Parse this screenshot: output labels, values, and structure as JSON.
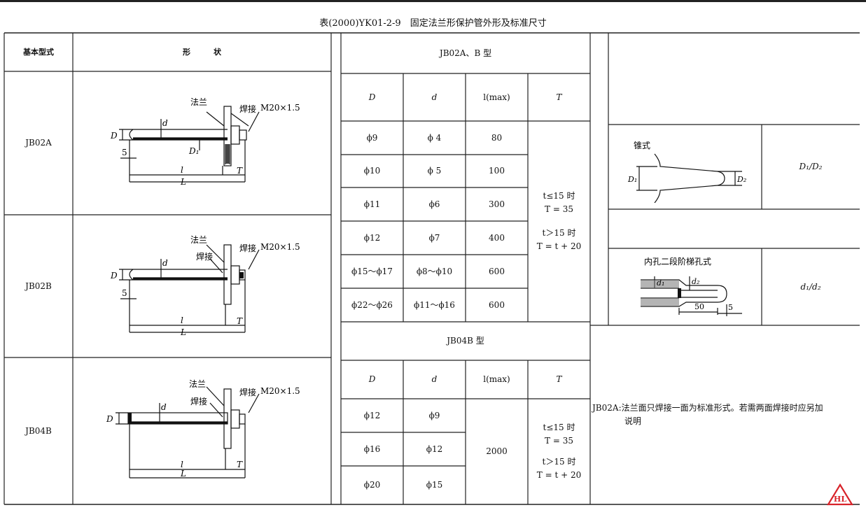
{
  "title": "表(2000)YK01-2-9　固定法兰形保护管外形及标准尺寸",
  "left": {
    "col_type": "基本型式",
    "col_shape": "形　　　状",
    "rows": [
      {
        "type": "JB02A",
        "labels": {
          "flange": "法兰",
          "weld": "焊接",
          "thread": "M20×1.5",
          "D": "D",
          "d": "d",
          "D1": "D₁",
          "five": "5",
          "l": "l",
          "L": "L",
          "T": "T"
        }
      },
      {
        "type": "JB02B",
        "labels": {
          "flange": "法兰",
          "weld": "焊接",
          "weld2": "焊接",
          "thread": "M20×1.5",
          "D": "D",
          "d": "d",
          "five": "5",
          "l": "l",
          "L": "L",
          "T": "T"
        }
      },
      {
        "type": "JB04B",
        "labels": {
          "flange": "法兰",
          "weld": "焊接",
          "weld2": "焊接",
          "thread": "M20×1.5",
          "D": "D",
          "d": "d",
          "l": "l",
          "L": "L",
          "T": "T"
        }
      }
    ]
  },
  "mid": {
    "jb02_title": "JB02A、B 型",
    "headers": [
      "D",
      "d",
      "l(max)",
      "T"
    ],
    "jb02_rows": [
      [
        "ϕ9",
        "ϕ 4",
        "80"
      ],
      [
        "ϕ10",
        "ϕ 5",
        "100"
      ],
      [
        "ϕ11",
        "ϕ6",
        "300"
      ],
      [
        "ϕ12",
        "ϕ7",
        "400"
      ],
      [
        "ϕ15～ϕ17",
        "ϕ8～ϕ10",
        "600"
      ],
      [
        "ϕ22～ϕ26",
        "ϕ11～ϕ16",
        "600"
      ]
    ],
    "jb02_T": [
      "t≤15 时",
      "T = 35",
      "t＞15 时",
      "T = t + 20"
    ],
    "jb04_title": "JB04B 型",
    "jb04_rows": [
      [
        "ϕ12",
        "ϕ9"
      ],
      [
        "ϕ16",
        "ϕ12"
      ],
      [
        "ϕ20",
        "ϕ15"
      ]
    ],
    "jb04_l": "2000",
    "jb04_T": [
      "t≤15 时",
      "T = 35",
      "t＞15 时",
      "T = t + 20"
    ]
  },
  "right": {
    "cone_label": "锥式",
    "cone_value": "D₁/D₂",
    "cone_D1": "D₁",
    "cone_D2": "D₂",
    "step_label": "内孔二段阶梯孔式",
    "step_value": "d₁/d₂",
    "step_d1": "d₁",
    "step_d2": "d₂",
    "step_50": "50",
    "step_5": "5",
    "note_line1": "JB02A:法兰面只焊接一面为标准形式。若需两面焊接时应另加",
    "note_line2": "说明",
    "logo_text": "HL"
  },
  "colors": {
    "ink": "#111111",
    "logo": "#d8232a"
  }
}
